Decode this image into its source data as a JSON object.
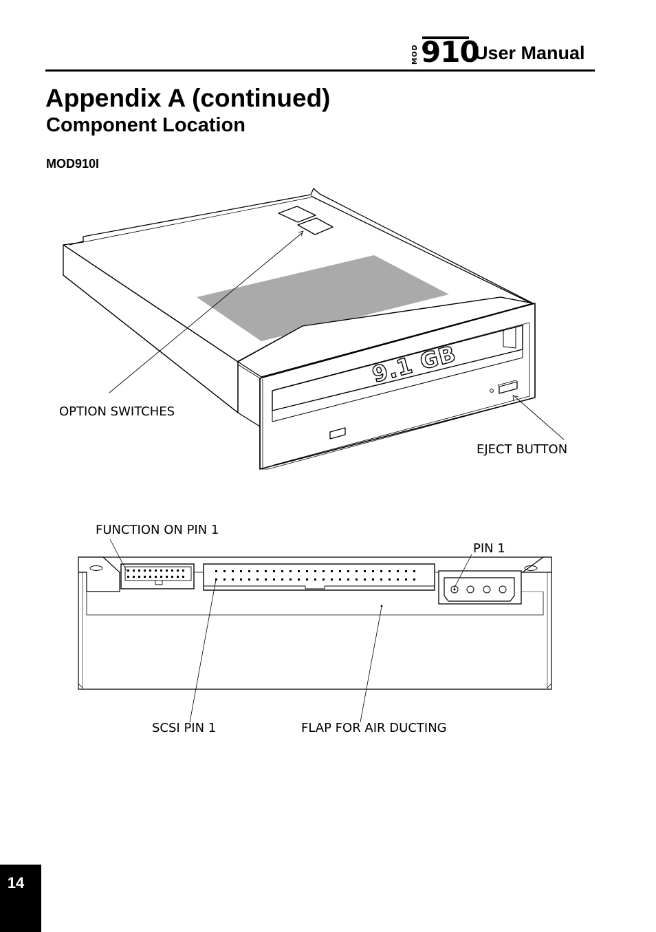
{
  "header": {
    "logo_prefix": "MOD",
    "logo_number": "910",
    "brand_title": "User Manual"
  },
  "heading": {
    "title": "Appendix A (continued)",
    "subtitle": "Component Location",
    "model": "MOD910I"
  },
  "figure_top": {
    "drive_capacity_label": "9.1 GB",
    "callouts": {
      "option_switches": "OPTION SWITCHES",
      "eject_button": "EJECT BUTTON"
    }
  },
  "figure_bottom": {
    "callouts": {
      "function_on_pin_1": "FUNCTION ON PIN 1",
      "pin_1": "PIN 1",
      "scsi_pin_1": "SCSI PIN 1",
      "flap_for_air_ducting": "FLAP FOR AIR DUCTING"
    }
  },
  "footer": {
    "page_number": "14"
  }
}
